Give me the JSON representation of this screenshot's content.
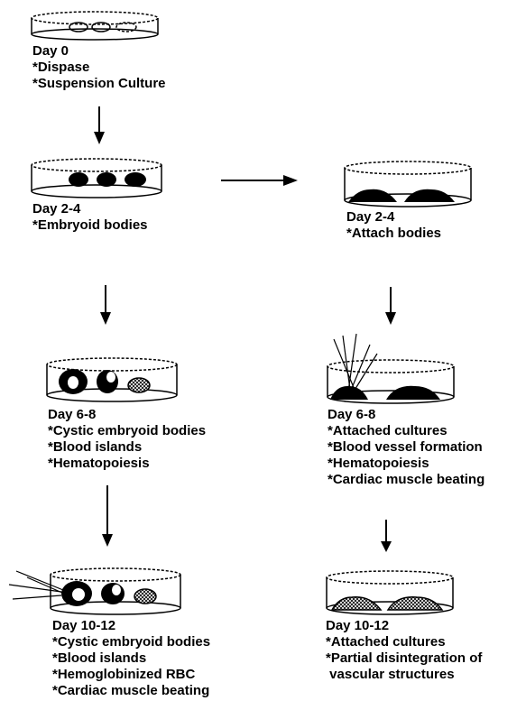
{
  "stages": {
    "day0": {
      "lines": [
        "Day 0",
        "*Dispase",
        "*Suspension Culture"
      ]
    },
    "eb_2_4": {
      "lines": [
        "Day 2-4",
        "*Embryoid bodies"
      ]
    },
    "att_2_4": {
      "lines": [
        "Day 2-4",
        "*Attach bodies"
      ]
    },
    "eb_6_8": {
      "lines": [
        "Day 6-8",
        "*Cystic embryoid bodies",
        "*Blood islands",
        "*Hematopoiesis"
      ]
    },
    "att_6_8": {
      "lines": [
        "Day 6-8",
        "*Attached cultures",
        "*Blood vessel formation",
        "*Hematopoiesis",
        "*Cardiac muscle beating"
      ]
    },
    "eb_10_12": {
      "lines": [
        "Day 10-12",
        "*Cystic embryoid bodies",
        "*Blood islands",
        "*Hemoglobinized RBC",
        "*Cardiac muscle beating"
      ]
    },
    "att_10_12": {
      "lines": [
        "Day 10-12",
        "*Attached cultures",
        "*Partial disintegration of",
        " vascular structures"
      ]
    }
  }
}
